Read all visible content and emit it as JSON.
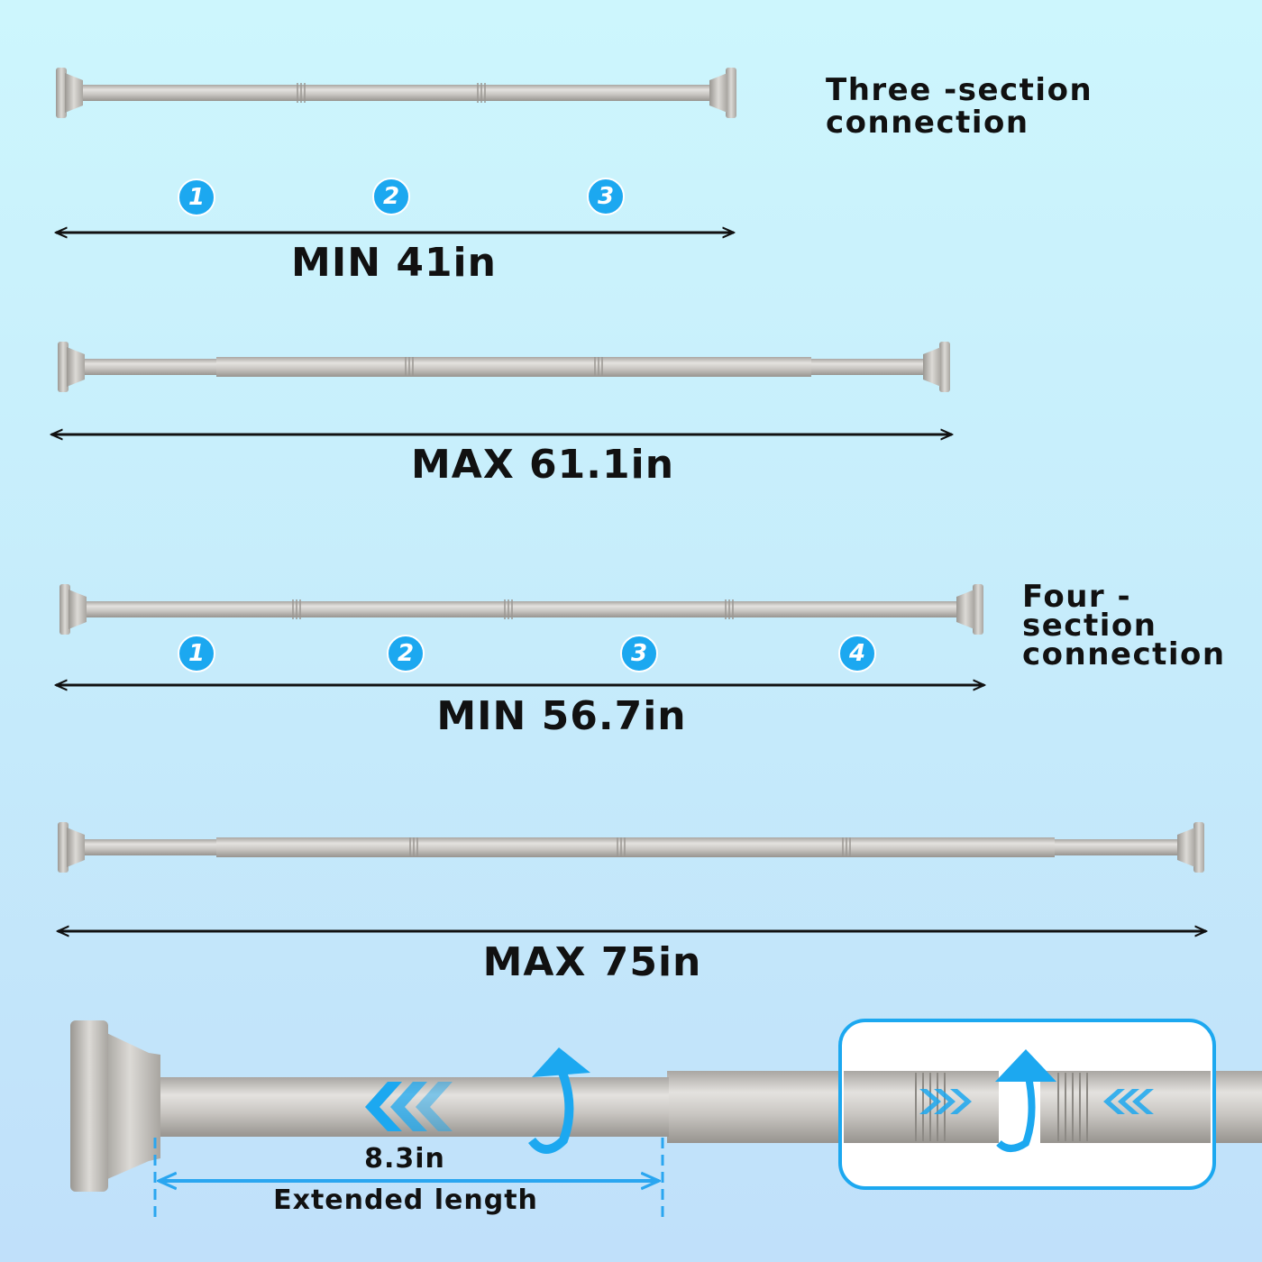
{
  "three_section": {
    "title_line1": "Three -section",
    "title_line2": "connection",
    "badges": [
      "1",
      "2",
      "3"
    ],
    "min_label": "MIN 41in",
    "max_label": "MAX 61.1in"
  },
  "four_section": {
    "title_line1": "Four -section",
    "title_line2": "connection",
    "badges": [
      "1",
      "2",
      "3",
      "4"
    ],
    "min_label": "MIN 56.7in",
    "max_label": "MAX 75in"
  },
  "detail": {
    "extended_value": "8.3in",
    "extended_label": "Extended length"
  },
  "colors": {
    "accent": "#1ca8f0",
    "rod": "#c9c6c2"
  }
}
